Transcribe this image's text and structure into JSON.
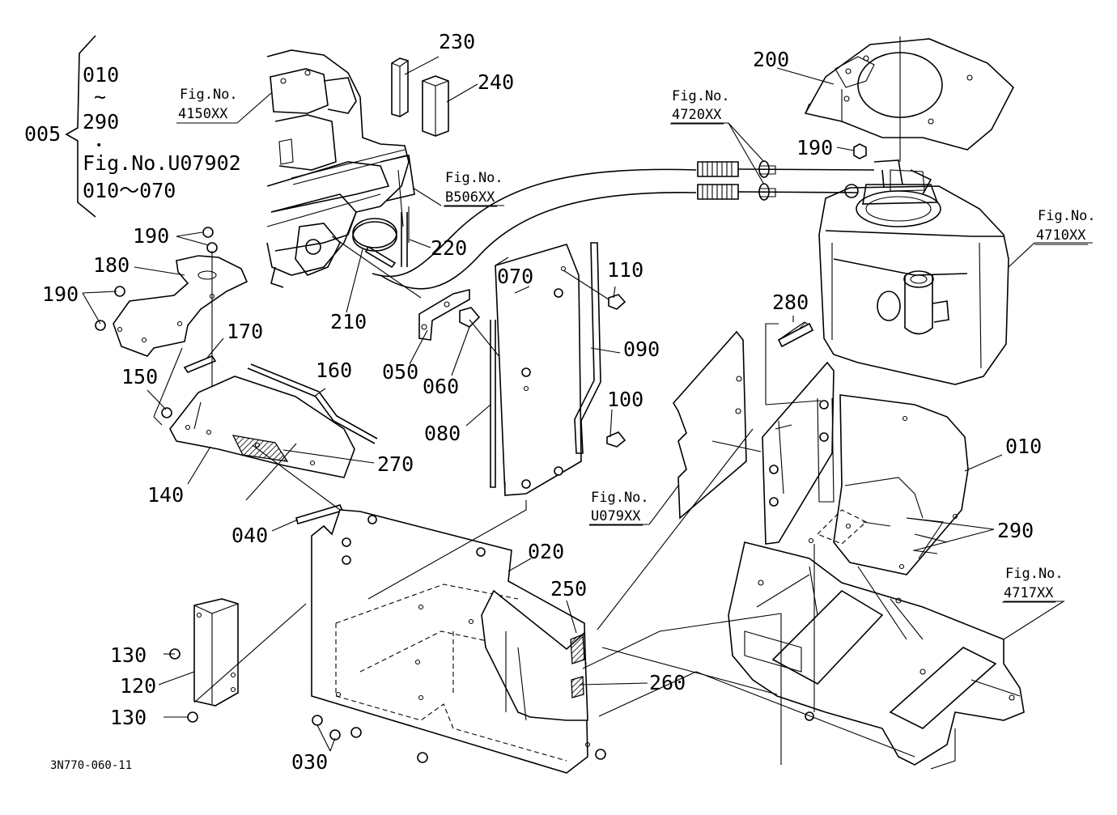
{
  "footer_code": "3N770-060-11",
  "group_label": {
    "id": "005",
    "line1": "010",
    "tilde": "~",
    "line3": "290",
    "dot": "•",
    "line5": "Fig.No.U07902",
    "line6": "010～070"
  },
  "fig_refs": {
    "f4150": {
      "prefix": "Fig.No.",
      "code": "4150XX"
    },
    "fB506": {
      "prefix": "Fig.No.",
      "code": "B506XX"
    },
    "f4720": {
      "prefix": "Fig.No.",
      "code": "4720XX"
    },
    "f4710": {
      "prefix": "Fig.No.",
      "code": "4710XX"
    },
    "fU079": {
      "prefix": "Fig.No.",
      "code": "U079XX"
    },
    "f4717": {
      "prefix": "Fig.No.",
      "code": "4717XX"
    }
  },
  "parts": {
    "p010": "010",
    "p020": "020",
    "p030": "030",
    "p040": "040",
    "p050": "050",
    "p060": "060",
    "p070": "070",
    "p080": "080",
    "p090": "090",
    "p100": "100",
    "p110": "110",
    "p120": "120",
    "p130a": "130",
    "p130b": "130",
    "p140": "140",
    "p150": "150",
    "p160": "160",
    "p170": "170",
    "p180": "180",
    "p190a": "190",
    "p190b": "190",
    "p190c": "190",
    "p200": "200",
    "p210": "210",
    "p220": "220",
    "p230": "230",
    "p240": "240",
    "p250": "250",
    "p260": "260",
    "p270": "270",
    "p280": "280",
    "p290": "290"
  }
}
